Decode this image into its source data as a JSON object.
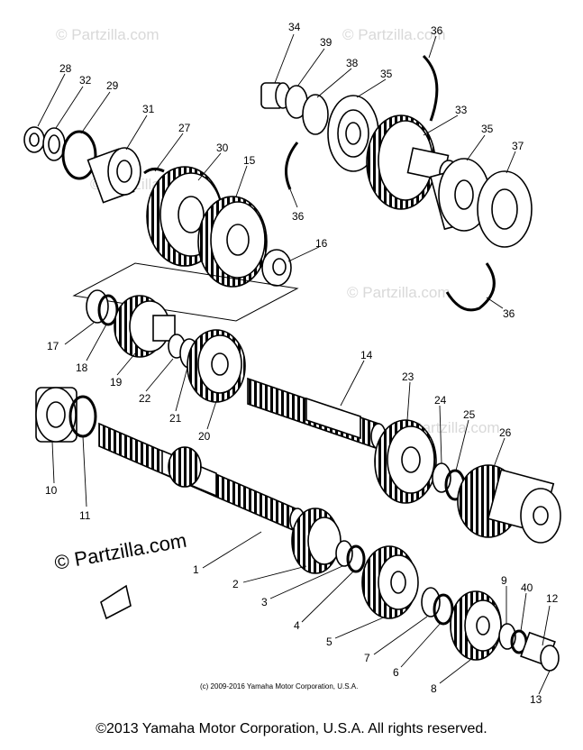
{
  "watermark": "© Partzilla.com",
  "small_copyright": "(c) 2009-2016 Yamaha Motor Corporation, U.S.A.",
  "footer_copyright": "©2013 Yamaha Motor Corporation, U.S.A. All rights reserved.",
  "callouts": {
    "p1": "1",
    "p2": "2",
    "p3": "3",
    "p4": "4",
    "p5": "5",
    "p6": "6",
    "p7": "7",
    "p8": "8",
    "p9": "9",
    "p10": "10",
    "p11": "11",
    "p12": "12",
    "p13": "13",
    "p14": "14",
    "p15": "15",
    "p16": "16",
    "p17": "17",
    "p18": "18",
    "p19": "19",
    "p20": "20",
    "p21": "21",
    "p22": "22",
    "p23": "23",
    "p24": "24",
    "p25": "25",
    "p26": "26",
    "p27": "27",
    "p28": "28",
    "p29": "29",
    "p30": "30",
    "p31": "31",
    "p32": "32",
    "p33": "33",
    "p34": "34",
    "p35": "35",
    "p35b": "35",
    "p36a": "36",
    "p36b": "36",
    "p36c": "36",
    "p37": "37",
    "p38": "38",
    "p39": "39",
    "p40": "40"
  },
  "colors": {
    "line": "#000000",
    "watermark": "#d9d9d9"
  }
}
